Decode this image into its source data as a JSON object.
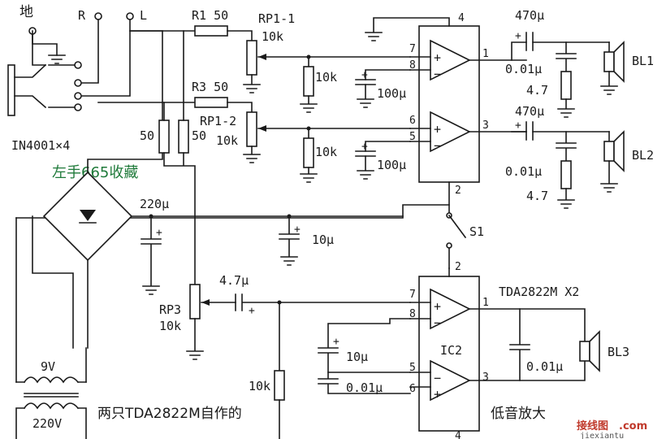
{
  "labels": {
    "ground": "地",
    "right": "R",
    "left": "L",
    "r1": "R1 50",
    "r3": "R3 50",
    "rp1_1": "RP1-1",
    "rp1_2": "RP1-2",
    "rp_val": "10k",
    "r_10k": "10k",
    "r50": "50",
    "diodes": "IN4001×4",
    "watermark_green": "左手665收藏",
    "c220": "220μ",
    "c10": "10μ",
    "c100": "100μ",
    "c470": "470μ",
    "c001": "0.01μ",
    "r47": "4.7",
    "c47": "4.7μ",
    "rp3": "RP3",
    "s1": "S1",
    "ic2": "IC2",
    "chip": "TDA2822M X2",
    "bl1": "BL1",
    "bl2": "BL2",
    "bl3": "BL3",
    "v9": "9V",
    "v220": "220V",
    "bottom_caption": "两只TDA2822M自作的",
    "bass_amp": "低音放大",
    "site_cn": "接线图",
    "site_com": ".com",
    "site_url": "jiexiantu"
  },
  "pins": {
    "p1": "1",
    "p2": "2",
    "p3": "3",
    "p4": "4",
    "p5": "5",
    "p6": "6",
    "p7": "7",
    "p8": "8"
  }
}
